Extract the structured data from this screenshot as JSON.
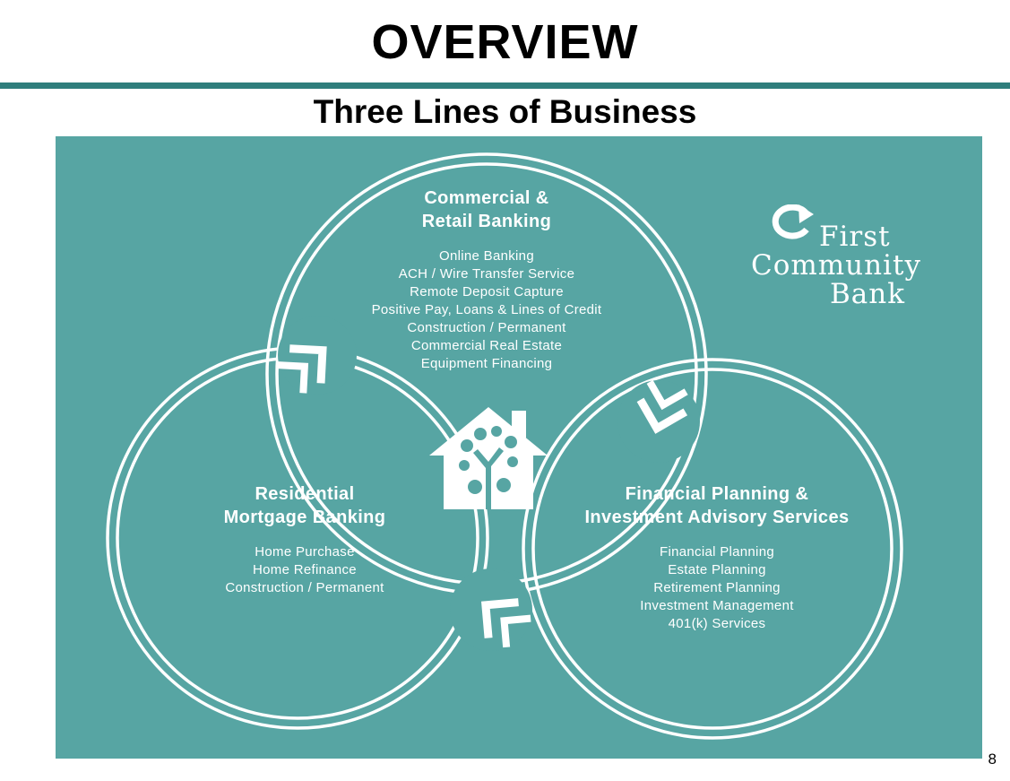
{
  "slide": {
    "title": "OVERVIEW",
    "subtitle": "Three Lines of Business",
    "page_number": "8"
  },
  "colors": {
    "panel_teal": "#57a5a3",
    "rule_teal": "#2f7e7c",
    "text_white": "#ffffff"
  },
  "logo": {
    "word1": "First",
    "word2": "Community",
    "word3": "Bank",
    "icon": "swirl-arrow-icon"
  },
  "icons": {
    "center": "house-tree-icon",
    "arrows": "arrowhead-icon"
  },
  "lines_of_business": {
    "commercial": {
      "heading_line1": "Commercial &",
      "heading_line2": "Retail Banking",
      "services": [
        "Online Banking",
        "ACH / Wire Transfer Service",
        "Remote Deposit Capture",
        "Positive Pay, Loans & Lines of Credit",
        "Construction / Permanent",
        "Commercial Real Estate",
        "Equipment Financing"
      ]
    },
    "residential": {
      "heading_line1": "Residential",
      "heading_line2": "Mortgage Banking",
      "services": [
        "Home Purchase",
        "Home Refinance",
        "Construction / Permanent"
      ]
    },
    "financial": {
      "heading_line1": "Financial Planning &",
      "heading_line2": "Investment Advisory Services",
      "services": [
        "Financial Planning",
        "Estate Planning",
        "Retirement Planning",
        "Investment Management",
        "401(k) Services"
      ]
    }
  }
}
